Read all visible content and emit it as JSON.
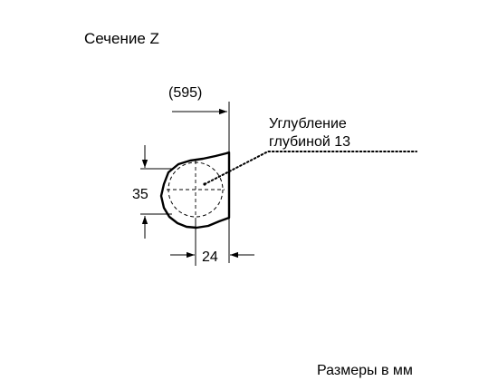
{
  "section_title": "Сечение Z",
  "dimensions": {
    "width_ref": "(595)",
    "height": "35",
    "depth": "24"
  },
  "callout": {
    "line1": "Углубление",
    "line2": "глубиной 13"
  },
  "units_note": "Размеры в мм"
}
